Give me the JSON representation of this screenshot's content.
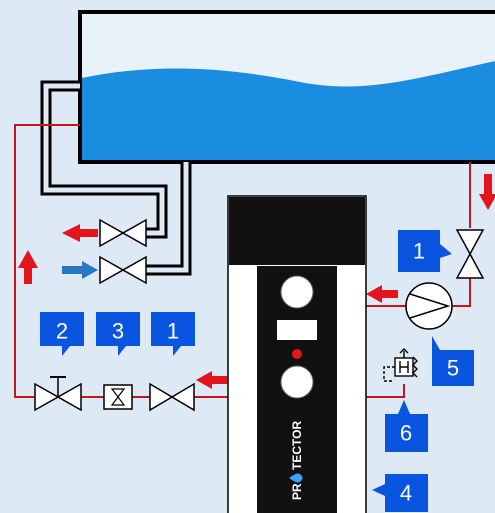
{
  "diagram": {
    "colors": {
      "background": "#dde9f5",
      "water": "#1a8de0",
      "pipe_red": "#c4161c",
      "arrow_red": "#e3141b",
      "arrow_blue": "#2a78c2",
      "callout": "#0a55e0",
      "unit_body": "#ffffff",
      "unit_dark": "#111111",
      "status_led": "#e3141b"
    },
    "callouts": {
      "valve_top_right": "1",
      "valve_bottom_right": "1",
      "flow_meter": "3",
      "valve_left": "2",
      "pump": "5",
      "pressure_switch": "6",
      "unit": "4"
    },
    "unit": {
      "brand_part1": "PR",
      "brand_part2": "TECTOR",
      "brand_icon": "water-drop-icon"
    },
    "icons": {
      "valve": "gate-valve-icon",
      "flow_meter": "flow-meter-icon",
      "pump": "pump-icon",
      "pressure_switch": "pressure-switch-icon"
    }
  }
}
